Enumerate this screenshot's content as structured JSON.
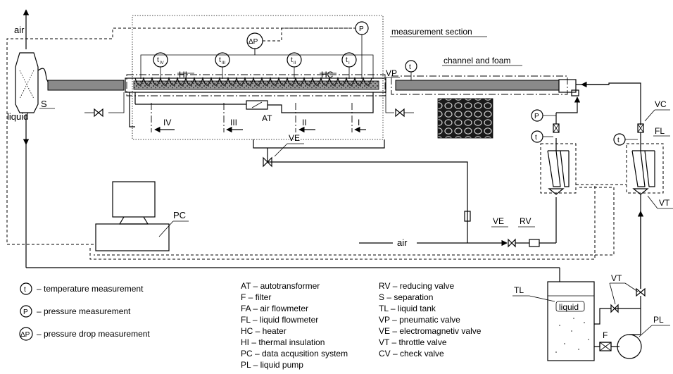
{
  "labels": {
    "air_top": "air",
    "liquid_left": "liquid",
    "s": "S",
    "measurement_section": "measurement section",
    "vp": "VP",
    "channel_foam": "channel and foam",
    "hi": "HI",
    "hc": "HC",
    "at": "AT",
    "ve1": "VE",
    "ve2": "VE",
    "rv": "RV",
    "air_bottom": "air",
    "pc": "PC",
    "vc": "VC",
    "fl": "FL",
    "vt1": "VT",
    "vt2": "VT",
    "tl": "TL",
    "liquid_tank": "liquid",
    "f": "F",
    "pl": "PL",
    "zone_i": "I",
    "zone_ii": "II",
    "zone_iii": "III",
    "zone_iv": "IV",
    "sym_p": "P",
    "sym_t": "t",
    "sym_dp": "ΔP",
    "sym_t1": "t",
    "sym_t2": "t",
    "sym_t3": "t",
    "sym_t4": "t",
    "sub_i": "I",
    "sub_ii": "II",
    "sub_iii": "III",
    "sub_iv": "IV"
  },
  "legend_symbols": [
    {
      "symbol": "t",
      "text": "– temperature measurement"
    },
    {
      "symbol": "P",
      "text": "– pressure measurement"
    },
    {
      "symbol": "ΔP",
      "text": "– pressure drop measurement"
    }
  ],
  "legend_col1": [
    "AT – autotransformer",
    "F – filter",
    "FA – air flowmeter",
    "FL – liquid flowmeter",
    "HC – heater",
    "HI – thermal insulation",
    "PC – data acqusition system",
    "PL – liquid pump"
  ],
  "legend_col2": [
    "RV – reducing valve",
    "S – separation",
    "TL – liquid tank",
    "VP – pneumatic valve",
    "VE – electromagnetiv valve",
    "VT – throttle valve",
    "CV – check valve"
  ]
}
